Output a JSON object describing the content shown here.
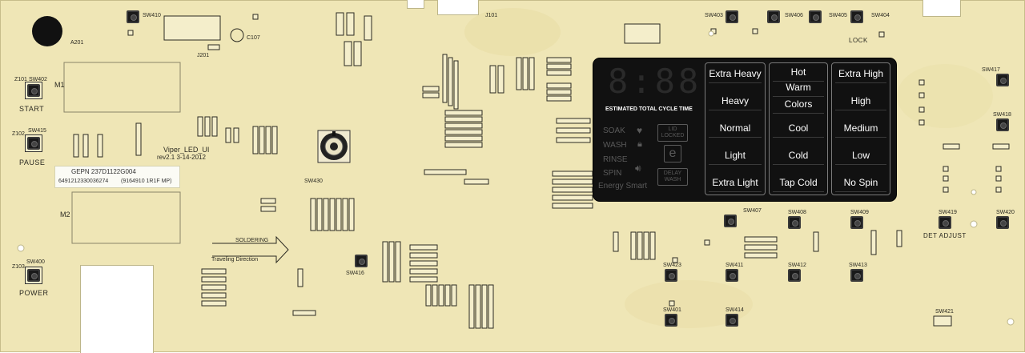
{
  "colors": {
    "board": "#efe6b6",
    "board_edge": "#c7bd8a",
    "silkscreen": "#2b2a22",
    "display_bg": "#111111",
    "display_text": "#ffffff"
  },
  "buttons": {
    "start": "START",
    "pause": "PAUSE",
    "power": "POWER",
    "det_adjust": "DET ADJUST",
    "lock": "LOCK"
  },
  "display": {
    "digits": "8:88",
    "cycle_time_label": "ESTIMATED TOTAL CYCLE TIME",
    "status": {
      "soak": "SOAK",
      "wash": "WASH",
      "rinse": "RINSE",
      "spin": "SPIN",
      "energy_smart": "Energy Smart",
      "lid_locked": "LID LOCKED",
      "delay_wash": "DELAY WASH",
      "e_icon": "e"
    },
    "soil_options": [
      "Extra Heavy",
      "Heavy",
      "Normal",
      "Light",
      "Extra Light"
    ],
    "temp_options": [
      "Hot",
      "Warm",
      "Colors",
      "Cool",
      "Cold",
      "Tap Cold"
    ],
    "spin_options": [
      "Extra High",
      "High",
      "Medium",
      "Low",
      "No Spin"
    ]
  },
  "silkscreen": {
    "board_name": "Viper_LED_UI",
    "board_rev": "rev2.1  3-14-2012",
    "soldering": "SOLDERING",
    "traveling_direction": "Traveling Direction",
    "m1": "M1",
    "m2": "M2",
    "tag_line1": "GEPN 237D1122G004",
    "tag_line2": "6491212330036274",
    "tag_line3": "(9164910 1R1F MP)"
  },
  "refdes": {
    "sw402": "SW402",
    "sw415": "SW415",
    "sw400": "SW400",
    "sw410": "SW410",
    "sw403": "SW403",
    "sw406": "SW406",
    "sw405": "SW405",
    "sw404": "SW404",
    "sw417": "SW417",
    "sw418": "SW418",
    "sw407": "SW407",
    "sw408": "SW408",
    "sw409": "SW409",
    "sw419": "SW419",
    "sw420": "SW420",
    "sw411": "SW411",
    "sw412": "SW412",
    "sw413": "SW413",
    "sw414": "SW414",
    "sw423": "SW423",
    "sw401": "SW401",
    "sw416": "SW416",
    "sw430": "SW430",
    "sw421": "SW421",
    "z101": "Z101",
    "z102": "Z102",
    "z103": "Z103",
    "a201": "A201",
    "c107": "C107",
    "j101": "J101",
    "j201": "J201"
  }
}
